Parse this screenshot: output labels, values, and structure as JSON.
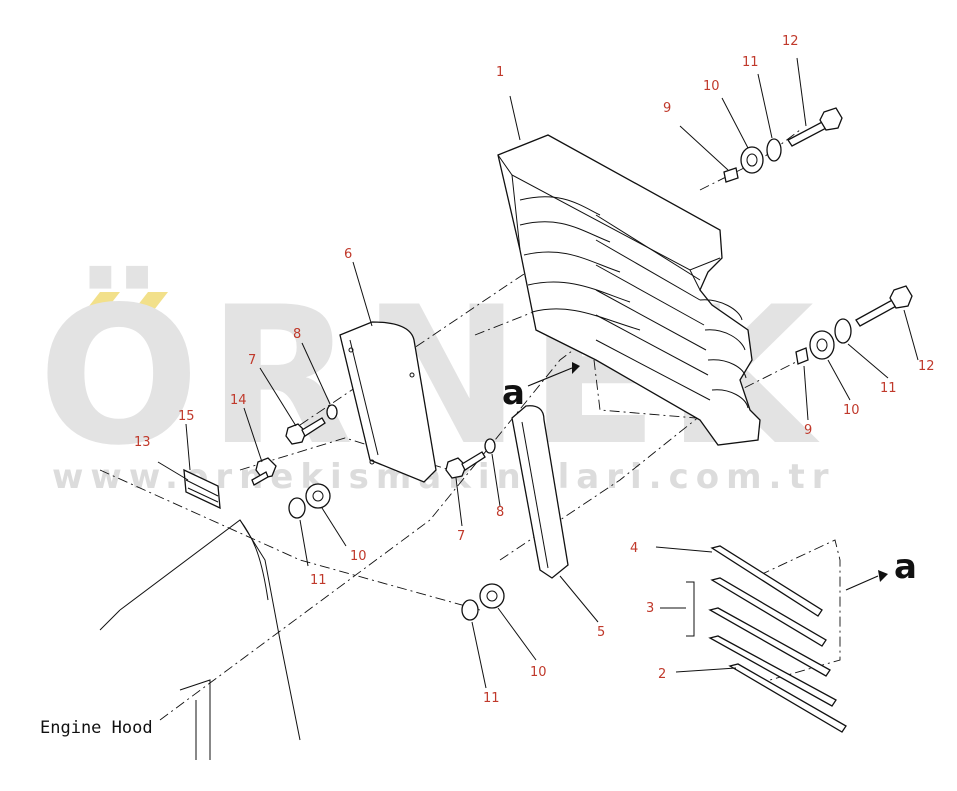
{
  "watermark": {
    "brand": "ÖRNEK",
    "url": "www.ornekismakinalari.com.tr"
  },
  "labels": {
    "engine_hood": "Engine Hood",
    "view_arrow": "a",
    "view_arrow_detail": "a"
  },
  "callouts": {
    "c1": "1",
    "c2": "2",
    "c3": "3",
    "c4": "4",
    "c5": "5",
    "c6": "6",
    "c7a": "7",
    "c7b": "7",
    "c8a": "8",
    "c8b": "8",
    "c9a": "9",
    "c9b": "9",
    "c10a": "10",
    "c10b": "10",
    "c10c": "10",
    "c10d": "10",
    "c11a": "11",
    "c11b": "11",
    "c11c": "11",
    "c11d": "11",
    "c12a": "12",
    "c12b": "12",
    "c13": "13",
    "c14": "14",
    "c15": "15"
  },
  "colors": {
    "callout": "#c0392b",
    "watermark": "#e3e3e3",
    "watermark_accent": "#f2e08a",
    "line": "#111111"
  }
}
